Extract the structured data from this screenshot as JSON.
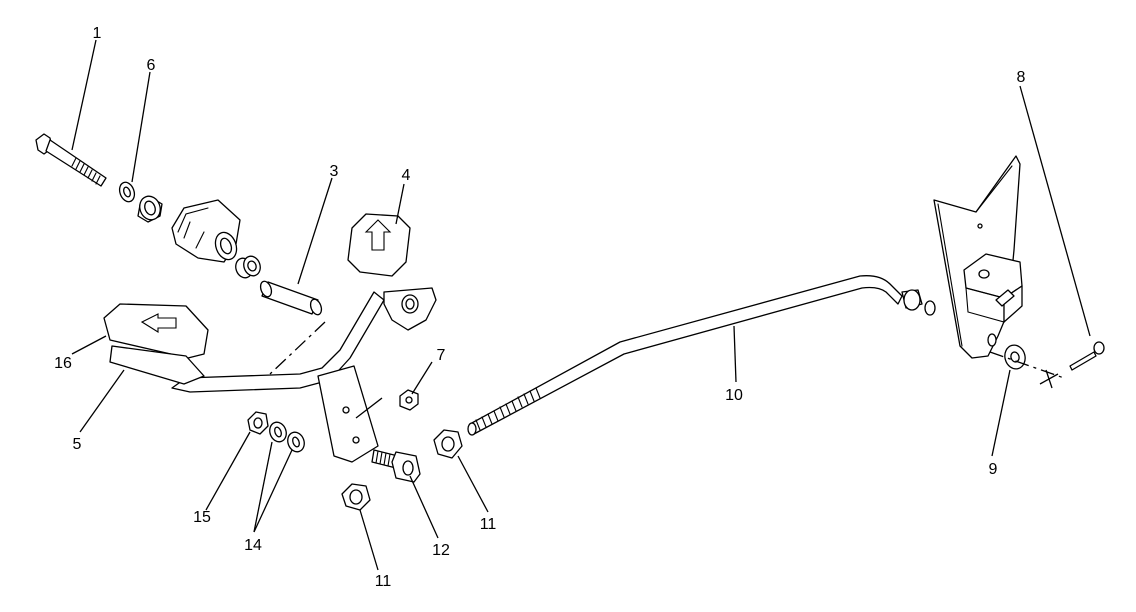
{
  "callouts": {
    "c1": "1",
    "c3": "3",
    "c4": "4",
    "c5": "5",
    "c6": "6",
    "c7": "7",
    "c8": "8",
    "c9": "9",
    "c10": "10",
    "c11a": "11",
    "c11b": "11",
    "c12": "12",
    "c14": "14",
    "c15": "15",
    "c16": "16"
  }
}
